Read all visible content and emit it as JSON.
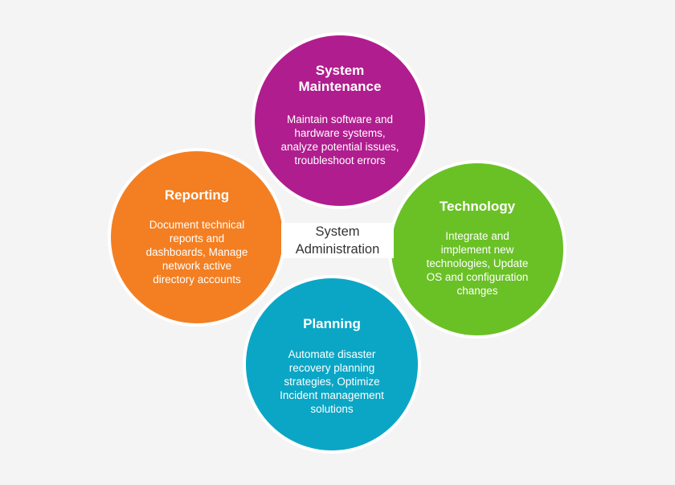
{
  "colors": {
    "background": "#f4f4f4",
    "system_maintenance": "#b01d8e",
    "reporting": "#f37f22",
    "technology": "#6ac126",
    "planning": "#0ba6c5",
    "center_text": "#333333"
  },
  "center": {
    "label": "System\nAdministration"
  },
  "nodes": {
    "system_maintenance": {
      "title": "System\nMaintenance",
      "description": "Maintain software and\nhardware systems,\nanalyze potential issues,\ntroubleshoot errors"
    },
    "reporting": {
      "title": "Reporting",
      "description": "Document technical\nreports and\ndashboards, Manage\nnetwork active\ndirectory accounts"
    },
    "technology": {
      "title": "Technology",
      "description": "Integrate and\nimplement new\ntechnologies, Update\nOS and configuration\nchanges"
    },
    "planning": {
      "title": "Planning",
      "description": "Automate disaster\nrecovery planning\nstrategies, Optimize\nIncident management\nsolutions"
    }
  }
}
